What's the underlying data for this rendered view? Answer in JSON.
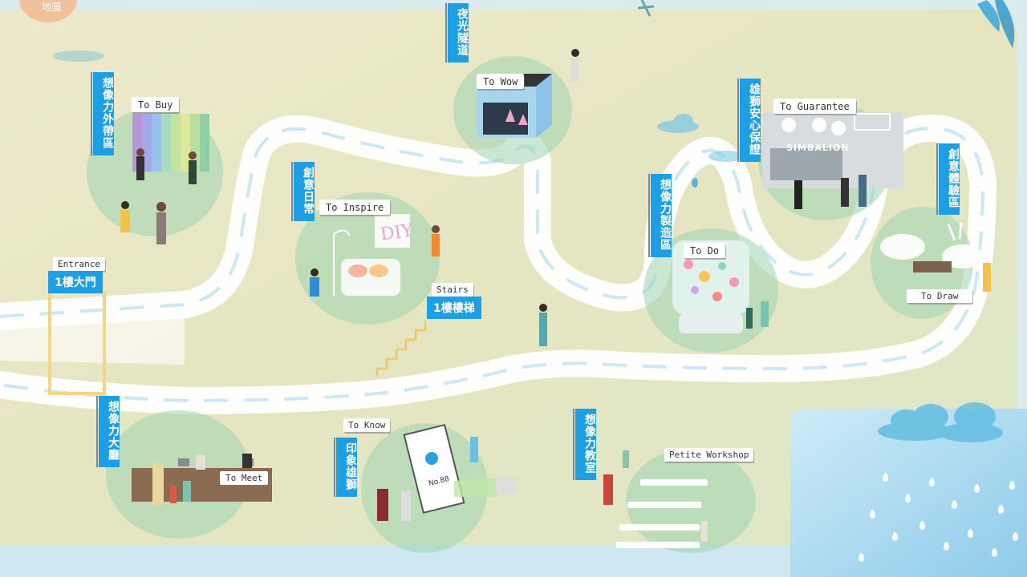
{
  "corner_badge": {
    "label": "地圖"
  },
  "colors": {
    "banner": "#1e9fe3",
    "zone": "#9ed3b0",
    "river": "#ffffff",
    "land": "#e8e5c4",
    "water": "#bfe3f4"
  },
  "labels": {
    "to_buy": "To Buy",
    "to_wow": "To Wow",
    "to_guarantee": "To Guarantee",
    "to_inspire": "To Inspire",
    "to_do": "To Do",
    "to_draw": "To Draw",
    "entrance": "Entrance",
    "stairs": "Stairs",
    "to_know": "To Know",
    "to_meet": "To Meet",
    "petite_workshop": "Petite Workshop",
    "diy": "DIY",
    "simbalion": "SIMBALION",
    "no88": "No.88"
  },
  "banners": {
    "outer_store": "想像力外帶區",
    "night_tunnel": "夜光隧道",
    "security": "雄獅安心保證",
    "creative_daily": "創意日常",
    "imagination_factory": "想像力製造區",
    "creative_experience": "創意體驗區",
    "main_gate": "1樓大門",
    "stairs_1f": "1樓樓梯",
    "imagination_hall": "想像力大廳",
    "impression_lion": "印象雄獅",
    "imagination_classroom": "想像力教室"
  },
  "icons": {
    "cloud": "cloud-icon",
    "rain": "rain-drop-icon",
    "projector": "projector-icon"
  }
}
